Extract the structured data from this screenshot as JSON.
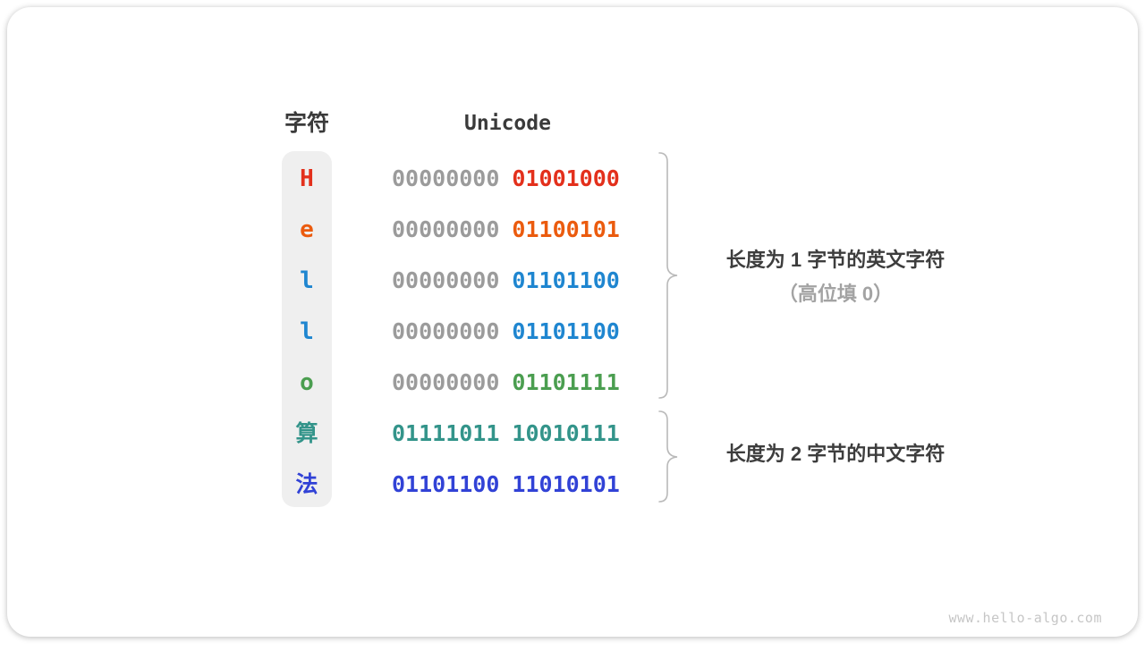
{
  "header": {
    "char_col": "字符",
    "unicode_col": "Unicode"
  },
  "rows": [
    {
      "char": "H",
      "cjk": false,
      "color": "#e3301c",
      "bytes": [
        {
          "text": "00000000",
          "color": "#9b9b9b"
        },
        {
          "text": "01001000",
          "color": "#e3301c"
        }
      ]
    },
    {
      "char": "e",
      "cjk": false,
      "color": "#eb5b0e",
      "bytes": [
        {
          "text": "00000000",
          "color": "#9b9b9b"
        },
        {
          "text": "01100101",
          "color": "#eb5b0e"
        }
      ]
    },
    {
      "char": "l",
      "cjk": false,
      "color": "#1f86d0",
      "bytes": [
        {
          "text": "00000000",
          "color": "#9b9b9b"
        },
        {
          "text": "01101100",
          "color": "#1f86d0"
        }
      ]
    },
    {
      "char": "l",
      "cjk": false,
      "color": "#1f86d0",
      "bytes": [
        {
          "text": "00000000",
          "color": "#9b9b9b"
        },
        {
          "text": "01101100",
          "color": "#1f86d0"
        }
      ]
    },
    {
      "char": "o",
      "cjk": false,
      "color": "#4b9e50",
      "bytes": [
        {
          "text": "00000000",
          "color": "#9b9b9b"
        },
        {
          "text": "01101111",
          "color": "#4b9e50"
        }
      ]
    },
    {
      "char": "算",
      "cjk": true,
      "color": "#33948a",
      "bytes": [
        {
          "text": "01111011",
          "color": "#33948a"
        },
        {
          "text": "10010111",
          "color": "#33948a"
        }
      ]
    },
    {
      "char": "法",
      "cjk": true,
      "color": "#3142d6",
      "bytes": [
        {
          "text": "01101100",
          "color": "#3142d6"
        },
        {
          "text": "11010101",
          "color": "#3142d6"
        }
      ]
    }
  ],
  "annotations": {
    "group1_line1": "长度为 1 字节的英文字符",
    "group1_line2": "（高位填 0）",
    "group2_line1": "长度为 2 字节的中文字符"
  },
  "watermark": "www.hello-algo.com",
  "colors": {
    "column_bg": "#efefef",
    "gray_byte": "#9b9b9b",
    "header_text": "#3a3a3a",
    "annotation_text": "#3d3d3d",
    "annotation_muted": "#a3a3a3",
    "brace": "#b9b9b9"
  }
}
